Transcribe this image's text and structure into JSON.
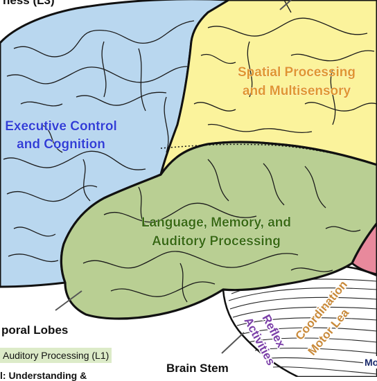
{
  "regions": {
    "frontal": {
      "line1": "Executive Control",
      "line2": "and Cognition",
      "fill": "#b9d7ef",
      "text_color": "#2f3fd6"
    },
    "parietal": {
      "line1": "Spatial Processing",
      "line2": "and Multisensory",
      "fill": "#fbf39c",
      "text_color": "#e0962e"
    },
    "temporal": {
      "line1": "Language, Memory, and",
      "line2": "Auditory Processing",
      "fill": "#b9cf93",
      "text_color": "#3a6b12"
    },
    "occipital": {
      "fill": "#e8899c"
    },
    "cerebellum": {
      "fill": "#ffffff"
    }
  },
  "cerebellum_labels": {
    "reflex_line1": "Reflex",
    "reflex_line2": "Activities",
    "reflex_color": "#7b3fa8",
    "coordination_line1": "Coordination",
    "coordination_line2": "Motor Lea",
    "coordination_color": "#c98a3a"
  },
  "callouts": {
    "top_label": "ness (L3)",
    "temporal_lobes": "poral Lobes",
    "brain_stem": "Brain Stem",
    "right_edge": "Mo"
  },
  "legend": {
    "auditory": "Auditory Processing (L1)",
    "auditory_bg": "#dcebc8",
    "partial_bottom": "l: Understanding &"
  }
}
